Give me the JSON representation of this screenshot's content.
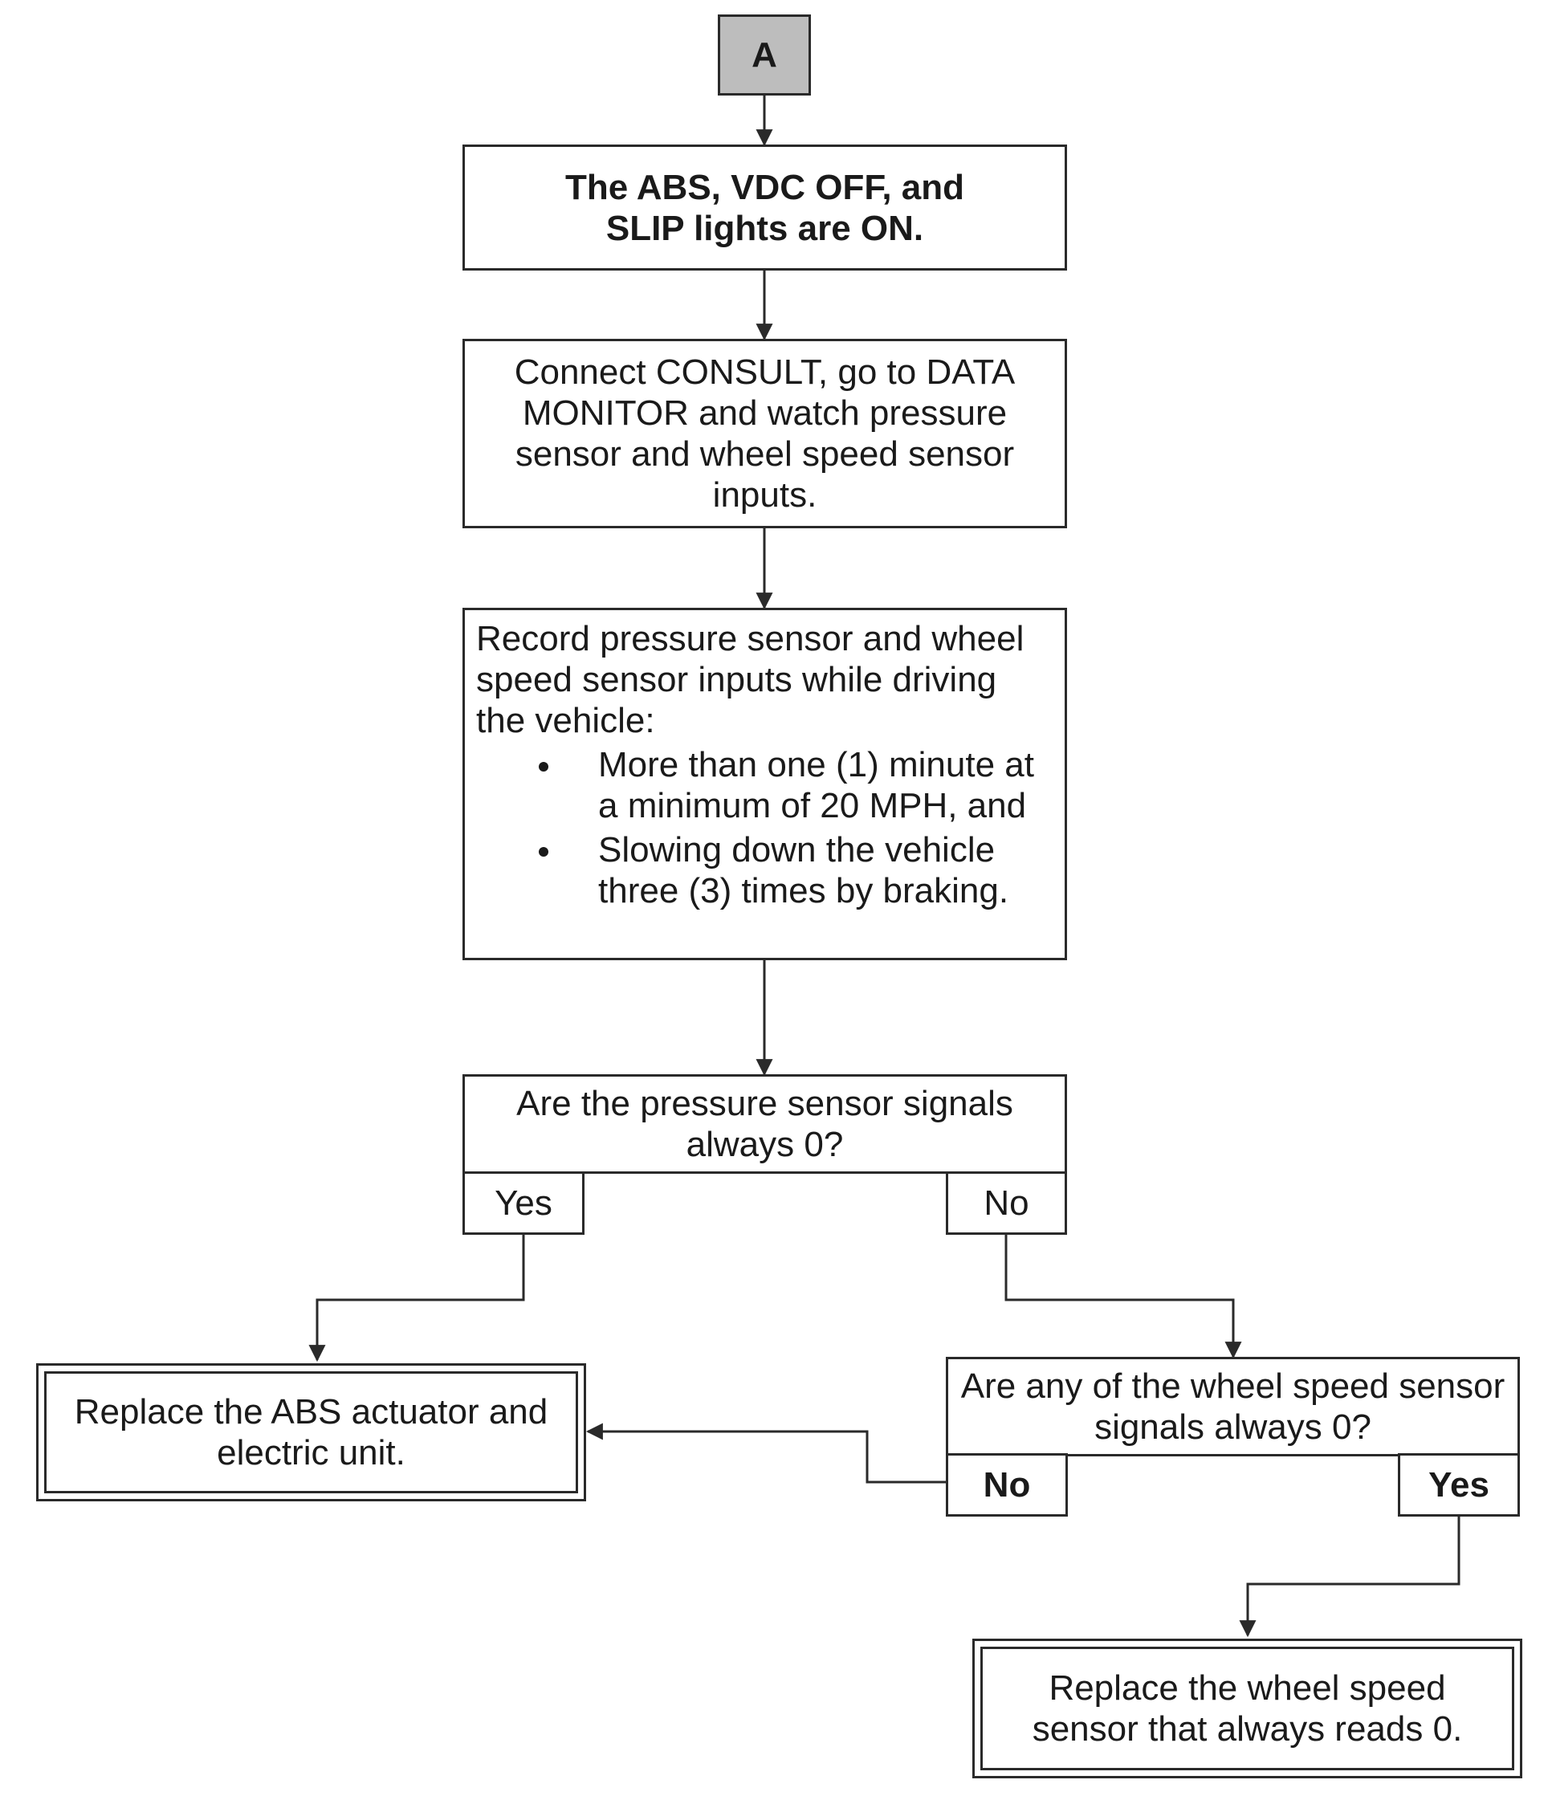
{
  "start": {
    "label": "A"
  },
  "step1": {
    "text": "The ABS, VDC OFF, and SLIP lights are ON."
  },
  "step2": {
    "text": "Connect CONSULT, go to DATA MONITOR and watch pressure sensor and wheel speed sensor inputs."
  },
  "step3": {
    "text": "Record pressure sensor and wheel speed sensor inputs while driving the vehicle:",
    "bullets": [
      "More than one (1) minute at a minimum of 20 MPH, and",
      "Slowing down the vehicle three (3) times by braking."
    ]
  },
  "decision1": {
    "question": "Are the pressure sensor signals always 0?",
    "yes_label": "Yes",
    "no_label": "No"
  },
  "decision2": {
    "question": "Are any of the wheel speed sensor signals always 0?",
    "no_label": "No",
    "yes_label": "Yes"
  },
  "result_actuator": {
    "text": "Replace the ABS actuator and electric unit."
  },
  "result_sensor": {
    "text": "Replace the wheel speed sensor that always reads 0."
  }
}
